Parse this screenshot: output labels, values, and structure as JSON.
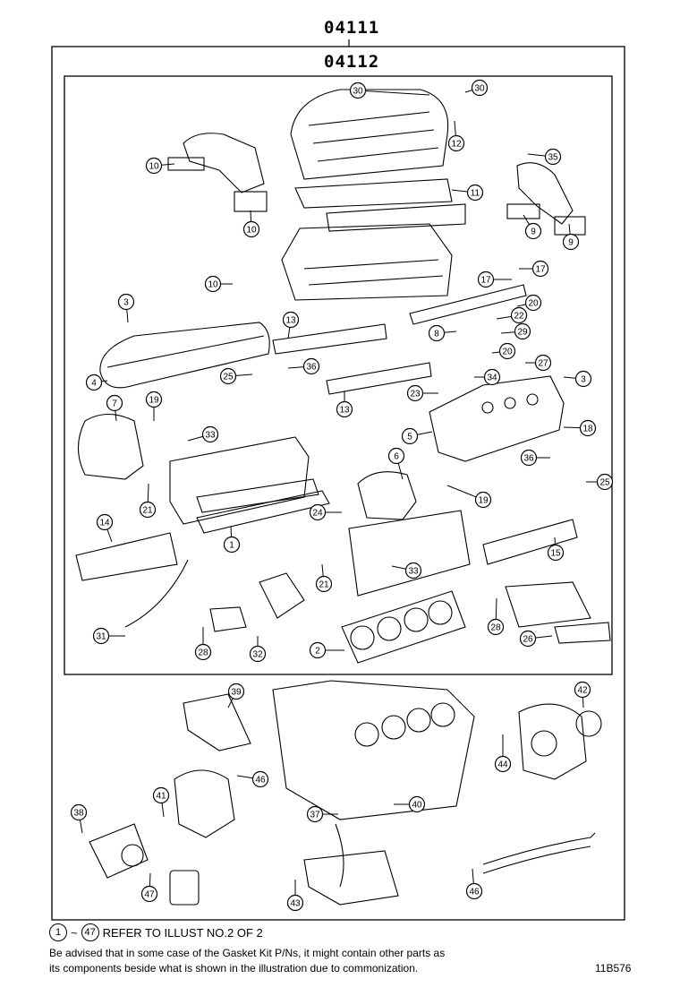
{
  "header": {
    "kit_codes": [
      "04111",
      "04112"
    ]
  },
  "callouts": [
    {
      "label": "30"
    },
    {
      "label": "30"
    },
    {
      "label": "12"
    },
    {
      "label": "35"
    },
    {
      "label": "10"
    },
    {
      "label": "10"
    },
    {
      "label": "11"
    },
    {
      "label": "9"
    },
    {
      "label": "9"
    },
    {
      "label": "17"
    },
    {
      "label": "17"
    },
    {
      "label": "10"
    },
    {
      "label": "3"
    },
    {
      "label": "13"
    },
    {
      "label": "20"
    },
    {
      "label": "22"
    },
    {
      "label": "8"
    },
    {
      "label": "29"
    },
    {
      "label": "20"
    },
    {
      "label": "4"
    },
    {
      "label": "25"
    },
    {
      "label": "36"
    },
    {
      "label": "27"
    },
    {
      "label": "3"
    },
    {
      "label": "34"
    },
    {
      "label": "23"
    },
    {
      "label": "13"
    },
    {
      "label": "7"
    },
    {
      "label": "19"
    },
    {
      "label": "33"
    },
    {
      "label": "5"
    },
    {
      "label": "18"
    },
    {
      "label": "6"
    },
    {
      "label": "36"
    },
    {
      "label": "25"
    },
    {
      "label": "21"
    },
    {
      "label": "19"
    },
    {
      "label": "24"
    },
    {
      "label": "14"
    },
    {
      "label": "1"
    },
    {
      "label": "15"
    },
    {
      "label": "33"
    },
    {
      "label": "21"
    },
    {
      "label": "28"
    },
    {
      "label": "31"
    },
    {
      "label": "28"
    },
    {
      "label": "32"
    },
    {
      "label": "2"
    },
    {
      "label": "26"
    },
    {
      "label": "39"
    },
    {
      "label": "42"
    },
    {
      "label": "44"
    },
    {
      "label": "46"
    },
    {
      "label": "41"
    },
    {
      "label": "40"
    },
    {
      "label": "38"
    },
    {
      "label": "37"
    },
    {
      "label": "47"
    },
    {
      "label": "43"
    },
    {
      "label": "46"
    }
  ],
  "footer": {
    "ref_start": "1",
    "ref_tilde": "~",
    "ref_end": "47",
    "ref_text": "REFER TO ILLUST NO.2 OF 2",
    "note_line1": "Be advised that in some case of the Gasket Kit P/Ns,  it might contain other parts as",
    "note_line2": "its components beside what is shown in the illustration due to commonization.",
    "figure_code": "11B576"
  }
}
